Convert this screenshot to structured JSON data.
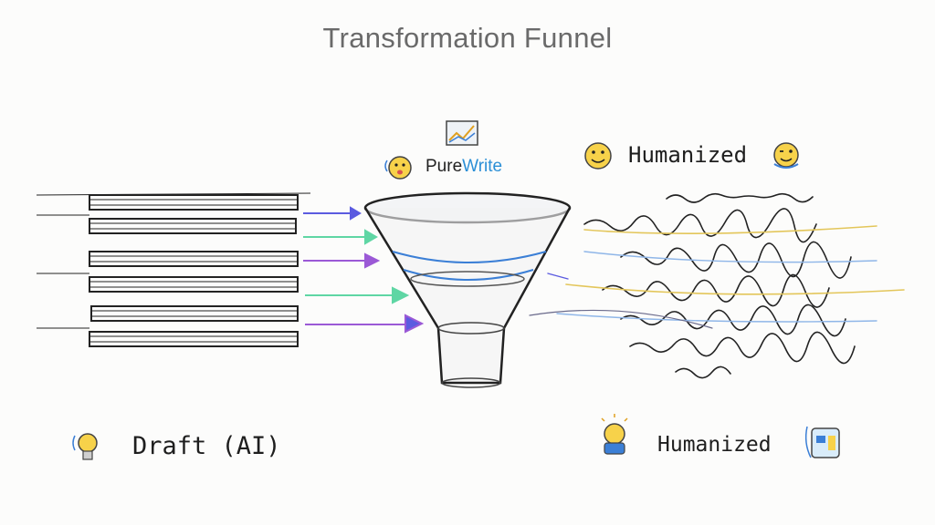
{
  "title": "Transformation Funnel",
  "brand": {
    "part1": "Pure",
    "part2": "Write"
  },
  "labels": {
    "draft": "Draft (AI)",
    "humanized_top": "Humanized",
    "humanized_bottom": "Humanized"
  },
  "icons": {
    "chart": "chart-icon",
    "brand_face": "smiley-face-icon",
    "hum_face_left": "smiley-face-icon",
    "hum_face_right": "winking-face-icon",
    "draft_bulb": "lightbulb-icon",
    "hum_bulb": "lightbulb-icon",
    "device": "device-icon"
  },
  "colors": {
    "arrow_blue": "#5b5be0",
    "arrow_green": "#5fd6a4",
    "arrow_purple": "#9b59d6",
    "accent_blue": "#2b8fd6",
    "ink": "#1e1e1e"
  }
}
